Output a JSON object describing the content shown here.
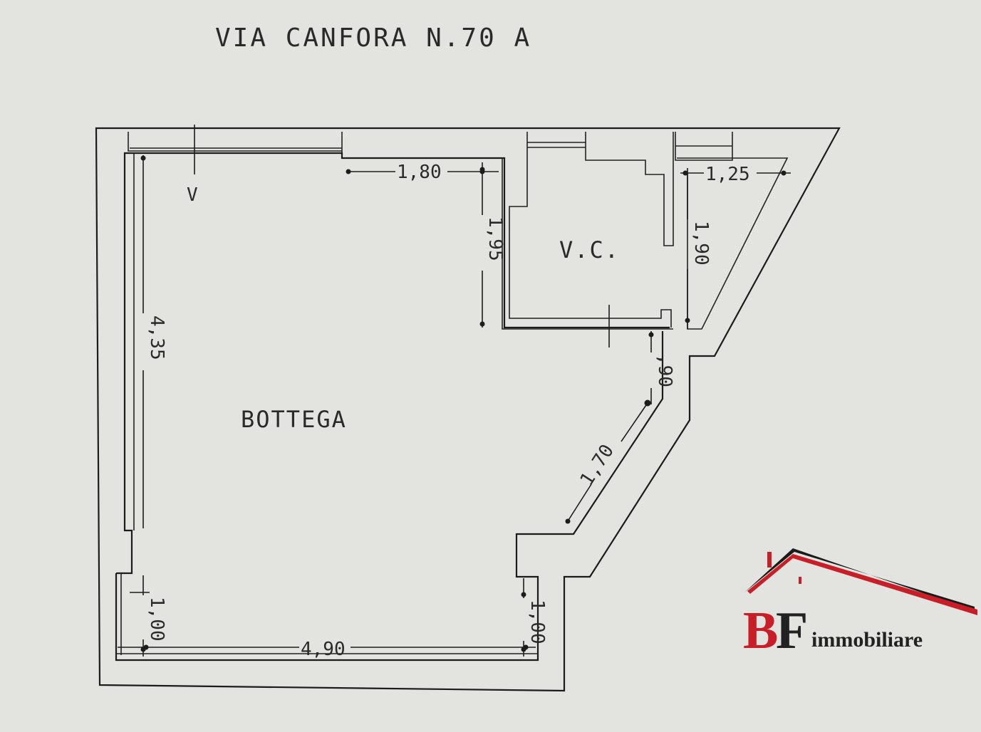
{
  "title": "VIA CANFORA N.70 A",
  "rooms": {
    "bottega": "BOTTEGA",
    "wc": "V.C."
  },
  "symbols": {
    "window_mark": "V"
  },
  "dimensions": {
    "top_left": "1,80",
    "top_right": "1,25",
    "left_height": "4,35",
    "wc_left": "1,95",
    "wc_right": "1,90",
    "diag_small": ",90",
    "diag_long": "1,70",
    "bottom_width": "4,90",
    "bottom_left": "1,00",
    "bottom_right": "1,00"
  },
  "logo": {
    "letter_b": "B",
    "letter_f": "F",
    "word": "immobiliare",
    "roof_color": "#c81e28",
    "text_color": "#222222"
  },
  "colors": {
    "background": "#e3e4df",
    "line": "#1c1c1c"
  }
}
